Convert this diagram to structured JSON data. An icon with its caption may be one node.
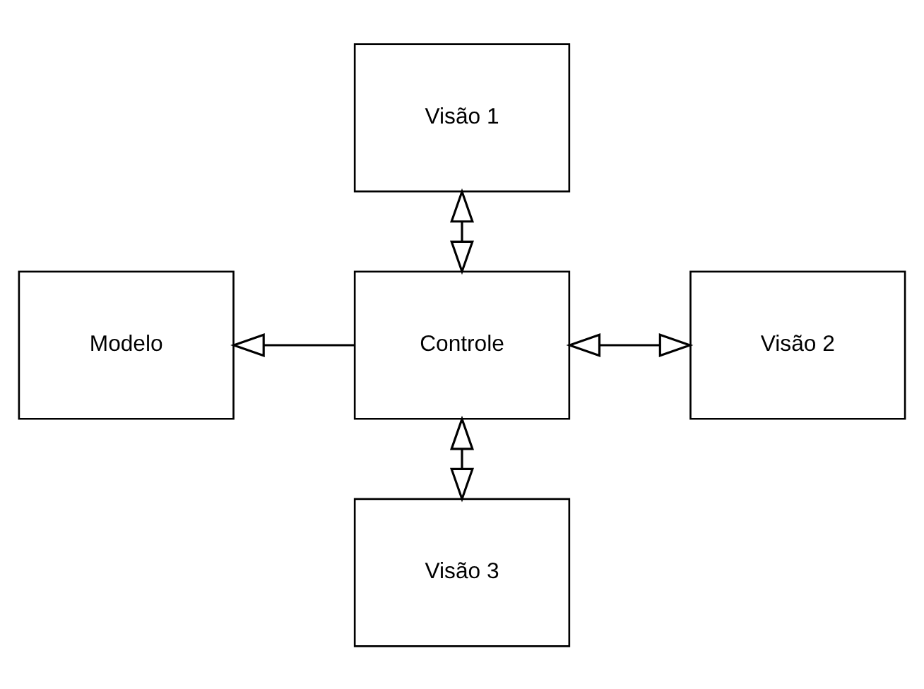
{
  "diagram": {
    "nodes": [
      {
        "text": [
          "Visão 1"
        ]
      },
      {
        "text": [
          "Modelo"
        ]
      },
      {
        "text": [
          "Controle"
        ]
      },
      {
        "text": [
          "Visão 2"
        ]
      },
      {
        "text": [
          "Visão 3"
        ]
      }
    ],
    "edges": [
      {
        "from": 0,
        "to": 2,
        "arrow": "both"
      },
      {
        "from": 2,
        "to": 1,
        "arrow": "to"
      },
      {
        "from": 2,
        "to": 3,
        "arrow": "both"
      },
      {
        "from": 2,
        "to": 4,
        "arrow": "both"
      }
    ]
  }
}
